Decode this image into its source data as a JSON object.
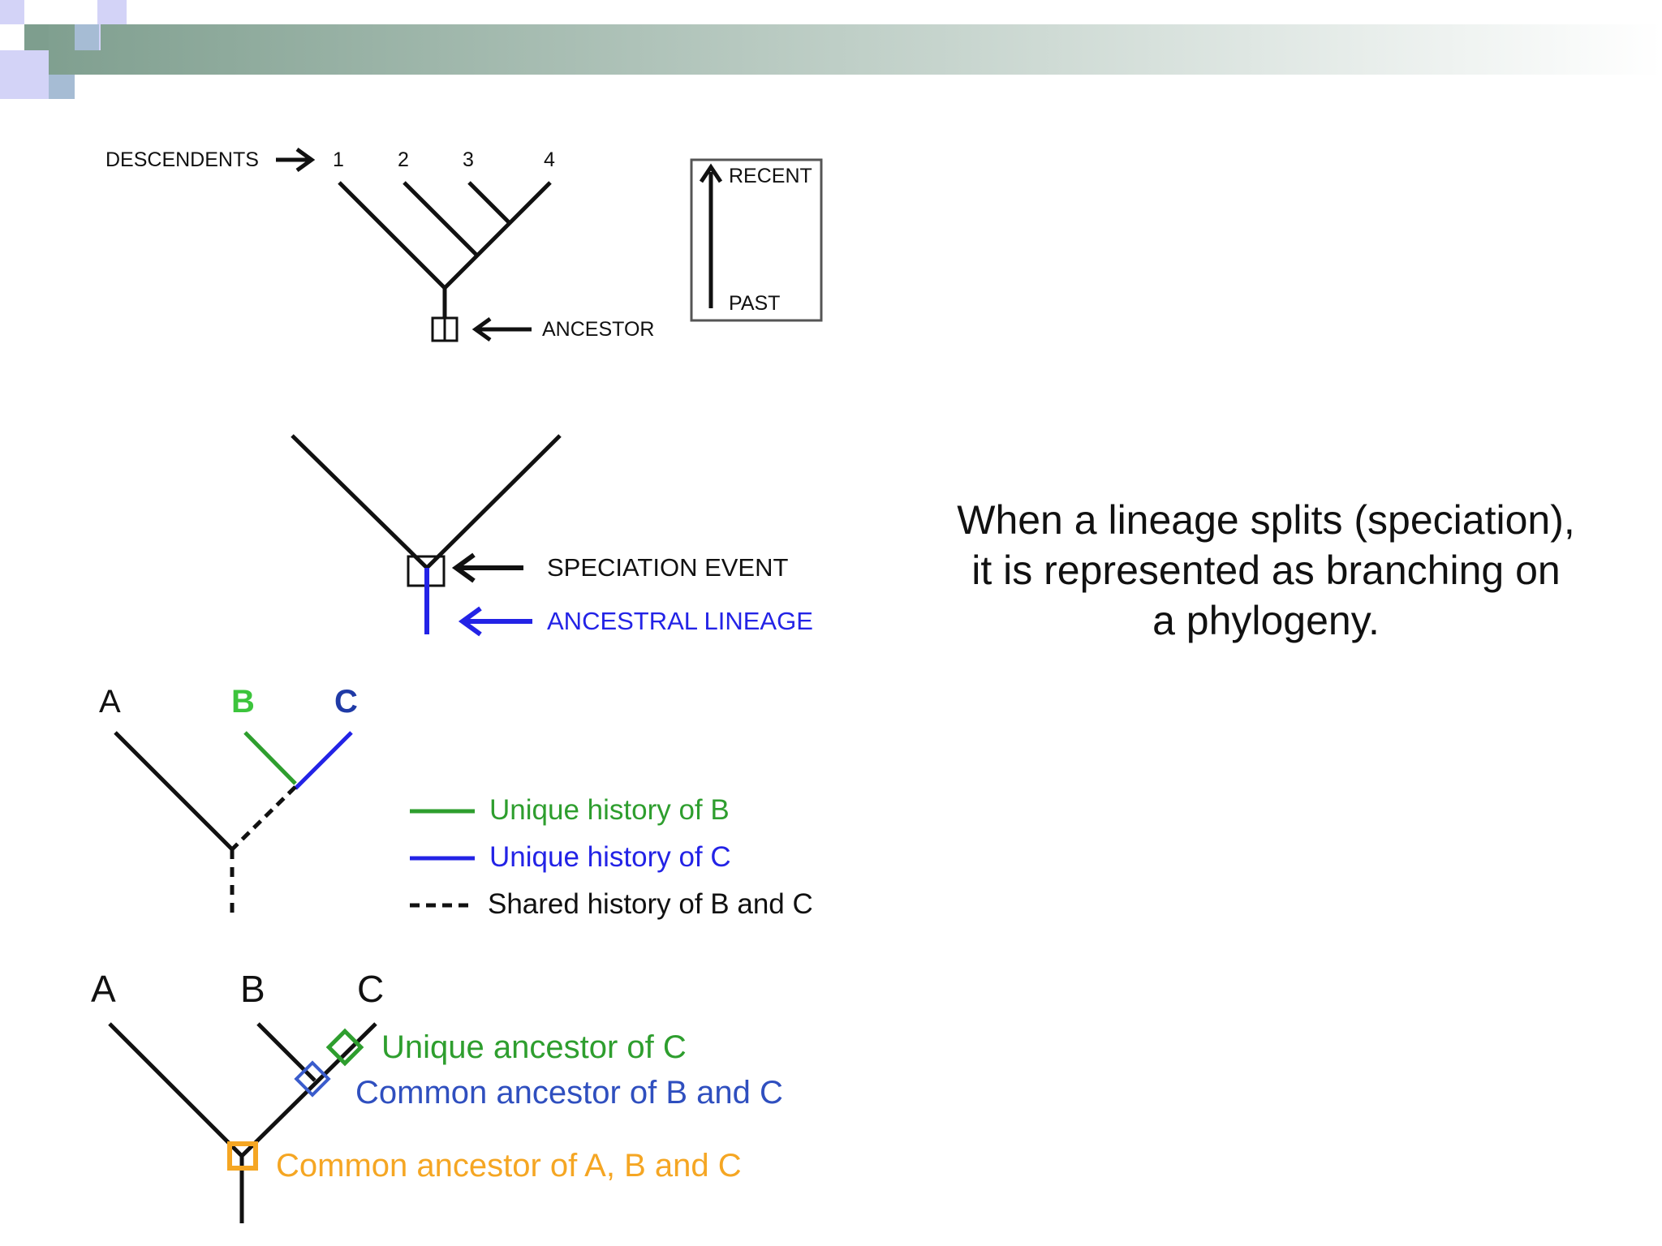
{
  "colors": {
    "header_start": "#7e9e8e",
    "header_end": "#ffffff",
    "deco_lavender": "#d3d3f7",
    "deco_green": "#7e9e8e",
    "deco_blue": "#a6bcd4",
    "black": "#111111",
    "blue": "#2323e6",
    "green": "#2e9e2e",
    "bright_green": "#3cc43c",
    "navy": "#1f3aa6",
    "orange": "#f5a623",
    "label_blue": "#2f4fbf"
  },
  "caption": {
    "line1": "When a lineage splits (speciation),",
    "line2": "it is represented as branching on",
    "line3": "a phylogeny."
  },
  "diagram1": {
    "descendents_label": "DESCENDENTS",
    "tips": [
      "1",
      "2",
      "3",
      "4"
    ],
    "ancestor_label": "ANCESTOR",
    "recent_label": "RECENT",
    "past_label": "PAST"
  },
  "diagram2": {
    "speciation_label": "SPECIATION EVENT",
    "lineage_label": "ANCESTRAL LINEAGE"
  },
  "diagram3": {
    "tip_a": "A",
    "tip_b": "B",
    "tip_c": "C",
    "legend": {
      "unique_b": "Unique history of B",
      "unique_c": "Unique history of C",
      "shared": "Shared history of B and C"
    }
  },
  "diagram4": {
    "tip_a": "A",
    "tip_b": "B",
    "tip_c": "C",
    "unique_ancestor_c": "Unique ancestor of C",
    "common_ancestor_bc": "Common ancestor of B and C",
    "common_ancestor_abc": "Common ancestor of A, B and C"
  }
}
